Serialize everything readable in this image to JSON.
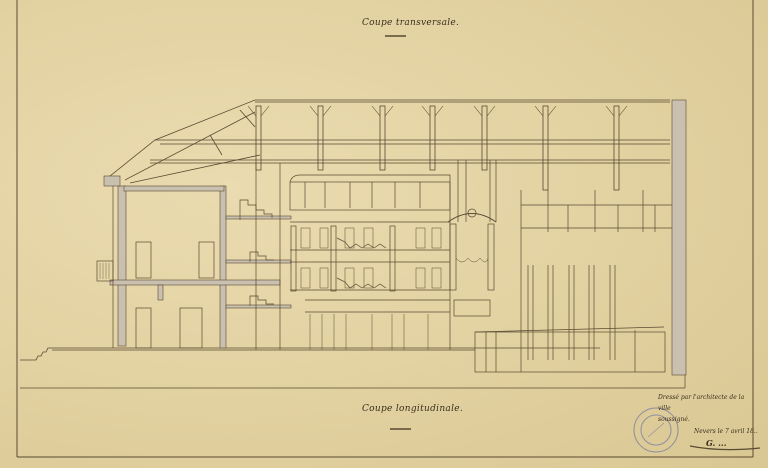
{
  "drawing": {
    "type": "architectural-section",
    "subject": "theatre building",
    "paper_color": "#e4d4a4",
    "ink_color": "#5a4a32",
    "wash_color": "#c9c0b0"
  },
  "titles": {
    "top": "Coupe transversale.",
    "bottom": "Coupe longitudinale."
  },
  "annotation": {
    "note_line1": "Dressé par l'architecte de la ville",
    "note_line2": "soussigné.",
    "date": "Nevers le 7 avril 18..",
    "signature": "G. ..."
  },
  "stamp": {
    "shape": "circle",
    "color": "#8f8f9e"
  }
}
